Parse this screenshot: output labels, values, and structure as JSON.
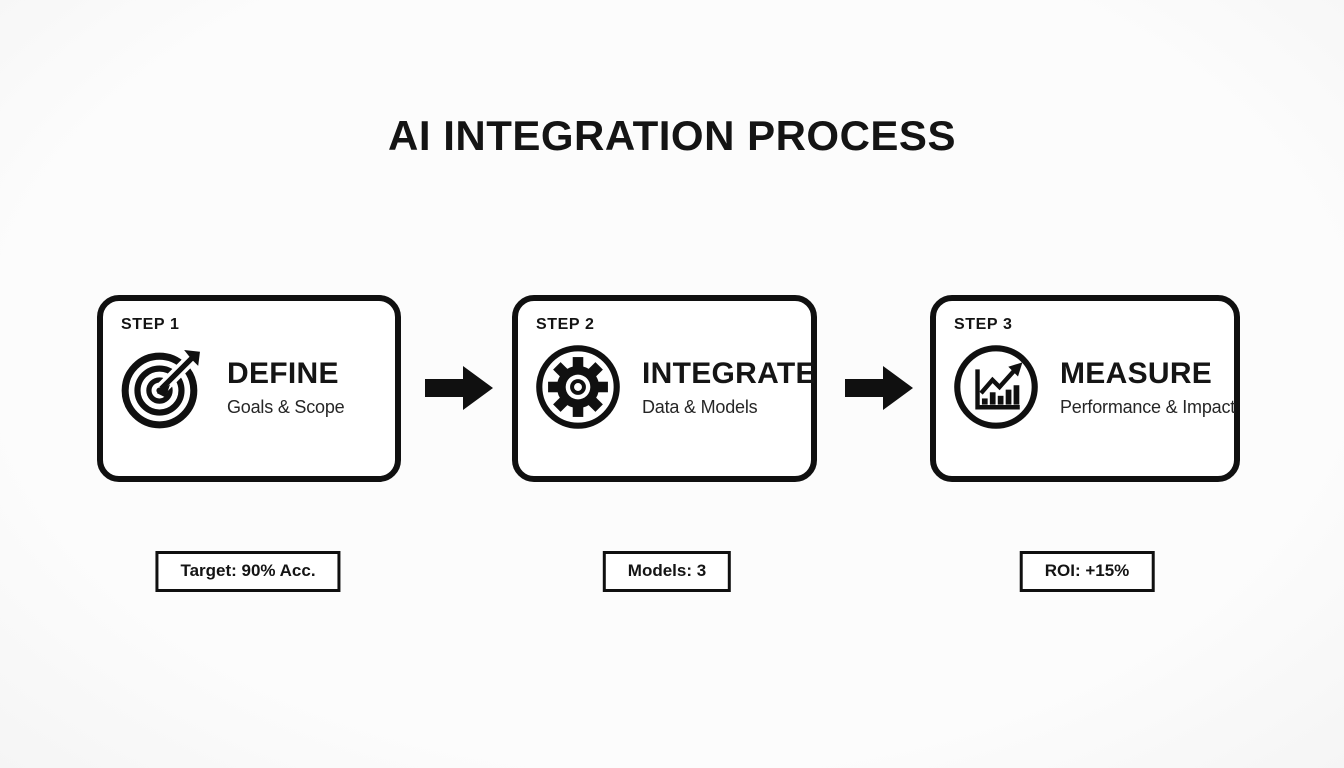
{
  "title": "AI INTEGRATION PROCESS",
  "colors": {
    "background": "#fafafa",
    "card_background": "#ffffff",
    "foreground": "#111111"
  },
  "steps": [
    {
      "step_label": "STEP 1",
      "name": "DEFINE",
      "subtitle": "Goals & Scope",
      "icon": "target-icon",
      "metric": "Target: 90% Acc."
    },
    {
      "step_label": "STEP 2",
      "name": "INTEGRATE",
      "subtitle": "Data & Models",
      "icon": "gear-icon",
      "metric": "Models: 3"
    },
    {
      "step_label": "STEP 3",
      "name": "MEASURE",
      "subtitle": "Performance & Impact",
      "icon": "chart-icon",
      "metric": "ROI: +15%"
    }
  ],
  "connectors": [
    "right-arrow",
    "right-arrow"
  ]
}
